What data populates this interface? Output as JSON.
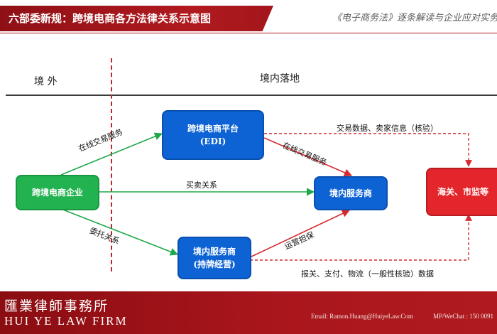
{
  "header": {
    "title": "六部委新规：跨境电商各方法律关系示意图",
    "subtitle": "《电子商务法》逐条解读与企业应对实务"
  },
  "regions": {
    "outside": "境  外",
    "inside": "境内落地"
  },
  "nodes": {
    "platform": {
      "line1": "跨境电商平台",
      "line2": "(EDI)"
    },
    "enterprise": {
      "line1": "跨境电商企业"
    },
    "domestic_service": {
      "line1": "境内服务商"
    },
    "domestic_agent": {
      "line1": "境内服务商",
      "line2": "(持牌经营)"
    },
    "regulators": {
      "line1": "海关、市监等"
    }
  },
  "edges": {
    "enterprise_to_platform": "在线交易服务",
    "platform_to_service": "在线交易服务",
    "enterprise_to_service": "买卖关系",
    "enterprise_to_agent": "委托关系",
    "agent_to_service": "运营担保",
    "platform_to_regulators": "交易数据、卖家信息（核验）",
    "agent_to_regulators": "报关、支付、物流（一般性核验）数据"
  },
  "footer": {
    "firm_cn": "匯業律師事務所",
    "firm_en": "HUI YE LAW FIRM",
    "email": "Email: Ramon.Huang@HuiyeLaw.Com",
    "wechat": "MP/WeChat : 150 0091"
  },
  "colors": {
    "brand_red": "#b01a1f",
    "node_blue": "#0d63d3",
    "node_green": "#22b24f",
    "node_red": "#e3262c",
    "arrow_green": "#1fa84a",
    "arrow_red": "#d42a2f"
  }
}
